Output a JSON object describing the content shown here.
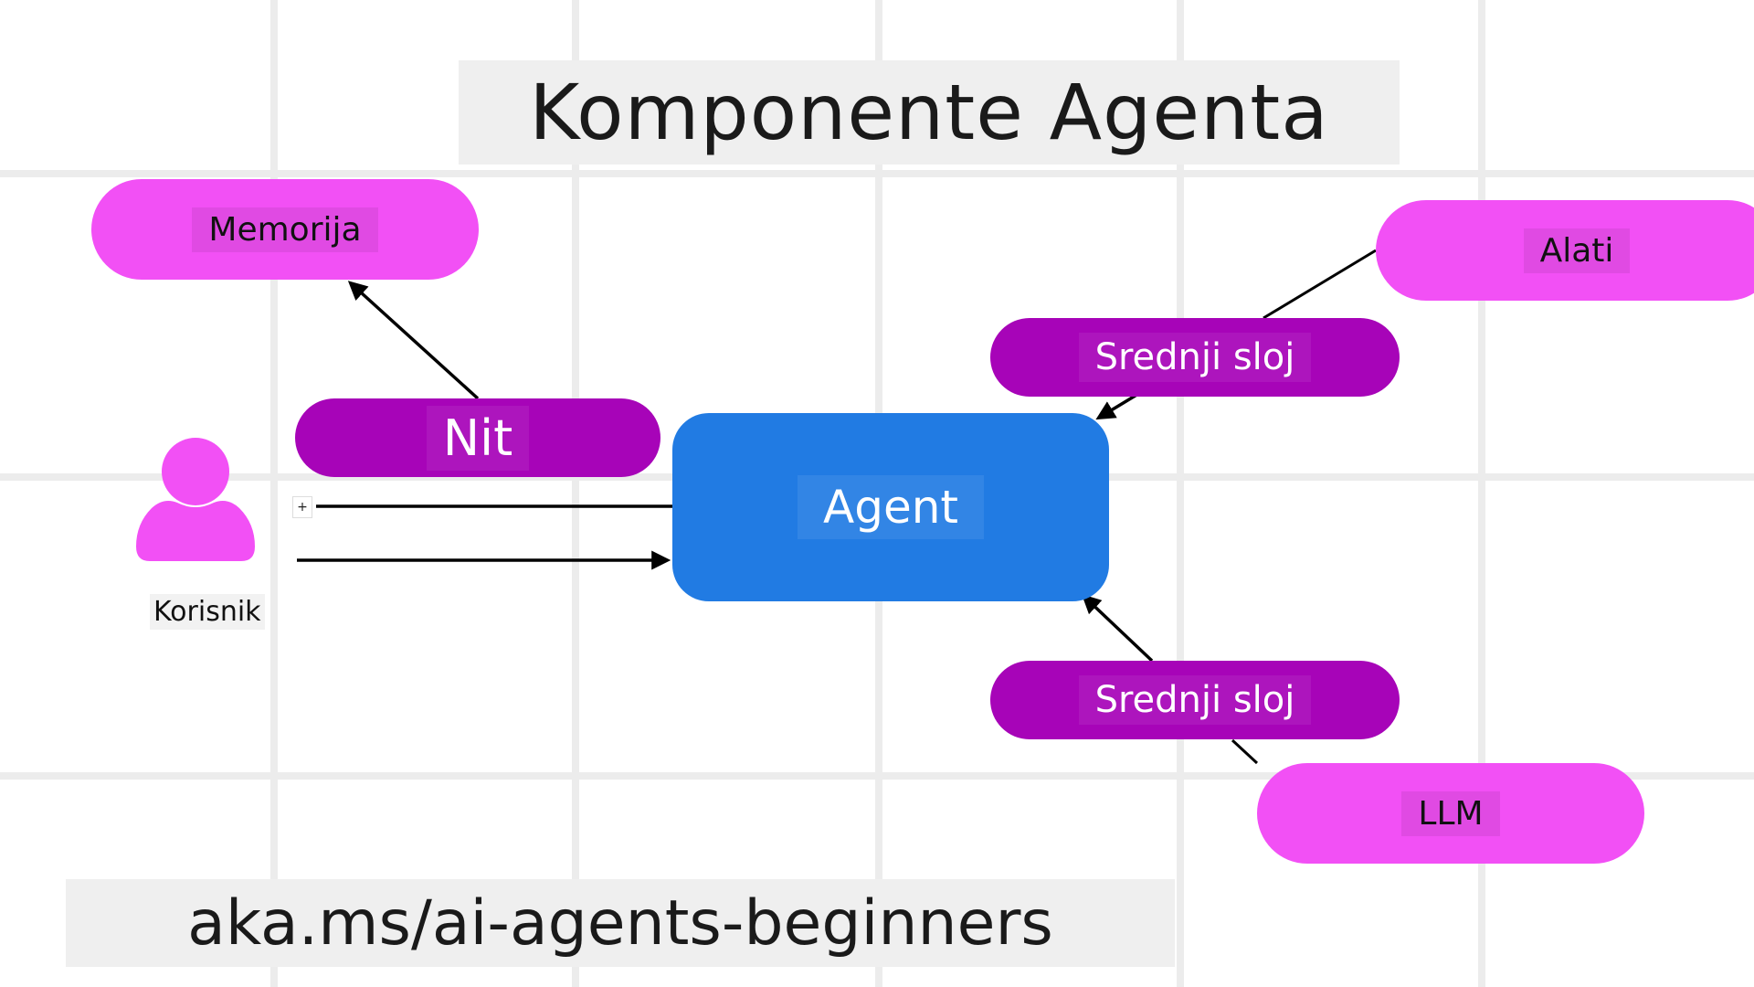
{
  "title": "Komponente Agenta",
  "footer": "aka.ms/ai-agents-beginners",
  "nodes": {
    "memory": "Memorija",
    "tools": "Alati",
    "thread": "Nit",
    "agent": "Agent",
    "middleware_top": "Srednji sloj",
    "middleware_bottom": "Srednji sloj",
    "llm": "LLM",
    "user": "Korisnik"
  },
  "plus_symbol": "+",
  "colors": {
    "light_pill": "#f250f5",
    "dark_pill": "#a704b8",
    "agent": "#217be3",
    "arrow": "#000000",
    "grid": "#ececec"
  }
}
